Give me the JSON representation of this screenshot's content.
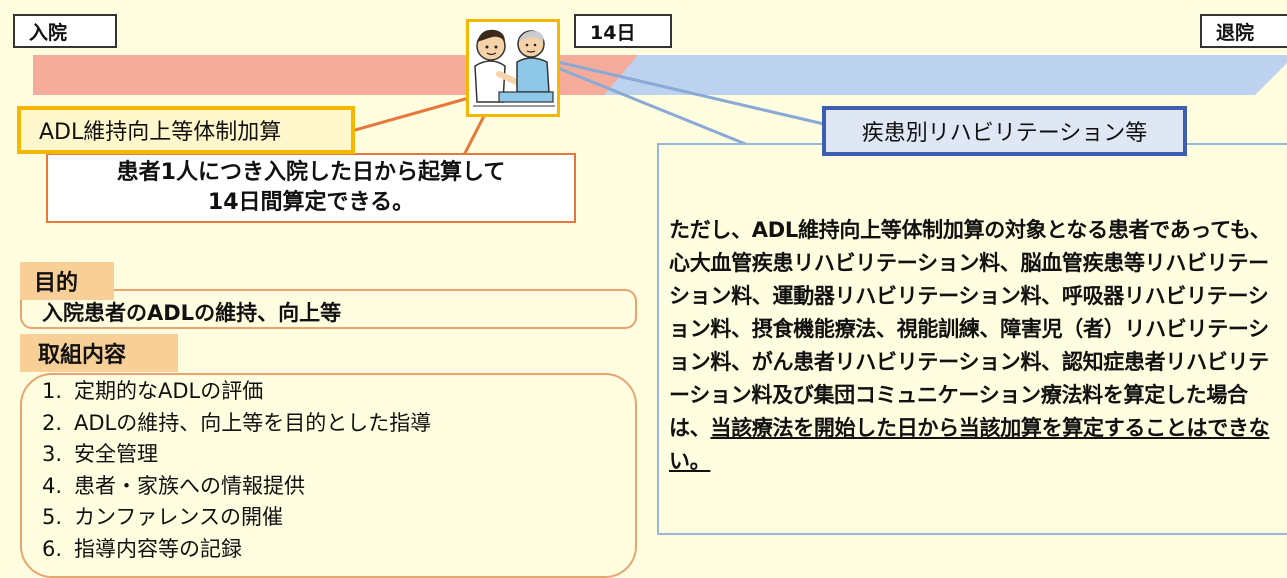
{
  "timeline": {
    "admission_label": "入院",
    "day14_label": "14日",
    "discharge_label": "退院"
  },
  "adl": {
    "title": "ADL維持向上等体制加算",
    "desc_line1": "患者1人につき入院した日から起算して",
    "desc_line2": "14日間算定できる。"
  },
  "purpose": {
    "heading": "目的",
    "text": "入院患者のADLの維持、向上等"
  },
  "efforts": {
    "heading": "取組内容",
    "items": [
      {
        "num": "1.",
        "text": "定期的なADLの評価"
      },
      {
        "num": "2.",
        "text": "ADLの維持、向上等を目的とした指導"
      },
      {
        "num": "3.",
        "text": "安全管理"
      },
      {
        "num": "4.",
        "text": "患者・家族への情報提供"
      },
      {
        "num": "5.",
        "text": "カンファレンスの開催"
      },
      {
        "num": "6.",
        "text": "指導内容等の記録"
      }
    ]
  },
  "rehab": {
    "title": "疾患別リハビリテーション等",
    "body": "ただし、ADL維持向上等体制加算の対象となる患者であっても、心大血管疾患リハビリテーション料、脳血管疾患等リハビリテーション料、運動器リハビリテーション料、呼吸器リハビリテーション料、摂食機能療法、視能訓練、障害児（者）リハビリテーション料、がん患者リハビリテーション料、認知症患者リハビリテーション料及び集団コミュニケーション療法料を算定した場合は、",
    "body_underlined": "当該療法を開始した日から当該加算を算定することはできない。"
  },
  "illustration": {
    "icon": "caregiver-with-patient-icon"
  }
}
